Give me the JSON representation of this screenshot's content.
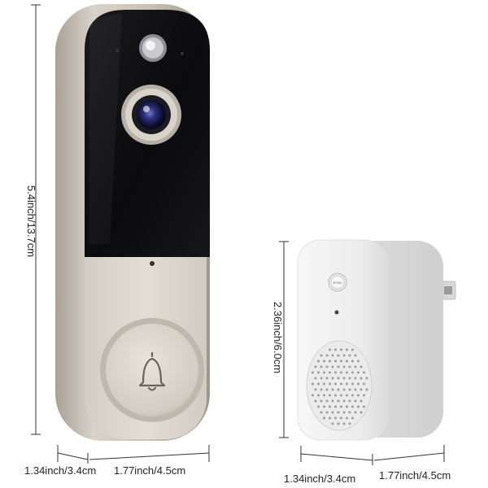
{
  "dimensions": {
    "doorbell_height": "5.4inch/13.7cm",
    "chime_height": "2.36inch/6.0cm",
    "doorbell_depth": "1.34inch/3.4cm",
    "doorbell_width": "1.77inch/4.5cm",
    "chime_depth": "1.34inch/3.4cm",
    "chime_width": "1.77inch/4.5cm"
  },
  "chime": {
    "sync_label": "SYNC"
  },
  "colors": {
    "housing_silver": "#cfc8bd",
    "front_panel": "#ddd7cf",
    "glass_black": "#0e0e10",
    "chime_white": "#f2f2f2",
    "dimension_line": "#333333"
  },
  "icons": {
    "bell": "bell-icon"
  }
}
